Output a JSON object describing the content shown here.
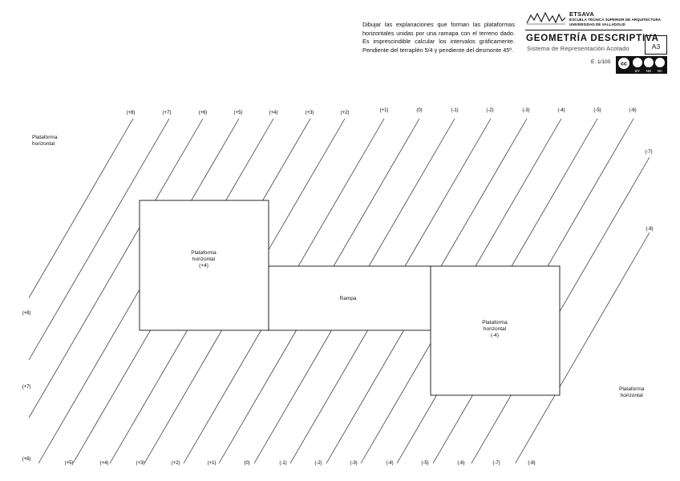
{
  "instructions": "Dibujar las explanaciones que forman las plataformas horizontales unidas por una ramapa con el terreno dado. Es imprescindible calcular los intervalos gráficamente. Pendiente del terraplén 5/4 y pendiente del desmonte 45º.",
  "header": {
    "logo_name": "ETSAVA",
    "logo_line1": "ESCUELA TÉCNICA SUPERIOR DE ARQUITECTURA",
    "logo_line2": "UNIVERSIDAD DE VALLADOLID",
    "title": "GEOMETRÍA DESCRIPTIVA",
    "subtitle": "Sistema de Representación Acotado",
    "sheet_size": "A3",
    "scale": "E: 1/100",
    "license": {
      "cc": "cc",
      "by": "BY",
      "nd": "ND",
      "nc": "NC"
    }
  },
  "labels": {
    "platform_top_left": [
      "Plataforma",
      "horizontal"
    ],
    "platform_bottom_right": [
      "Plataforma",
      "horizontal"
    ],
    "platform_left_box": [
      "Plataforma",
      "horizontal",
      "(+4)"
    ],
    "ramp": "Rampa",
    "platform_right_box": [
      "Plataforma",
      "horizontal",
      "(-4)"
    ]
  },
  "contours_top": [
    "(+8)",
    "(+7)",
    "(+6)",
    "(+5)",
    "(+4)",
    "(+3)",
    "(+2)",
    "(+1)",
    "(0)",
    "(-1)",
    "(-2)",
    "(-3)",
    "(-4)",
    "(-5)",
    "(-6)",
    "(-7)",
    "(-8)"
  ],
  "contours_left": [
    "(+8)",
    "(+7)",
    "(+6)"
  ],
  "contours_bottom": [
    "(+5)",
    "(+4)",
    "(+3)",
    "(+2)",
    "(+1)",
    "(0)",
    "(-1)",
    "(-2)",
    "(-3)",
    "(-4)",
    "(-5)",
    "(-6)",
    "(-7)",
    "(-8)"
  ]
}
